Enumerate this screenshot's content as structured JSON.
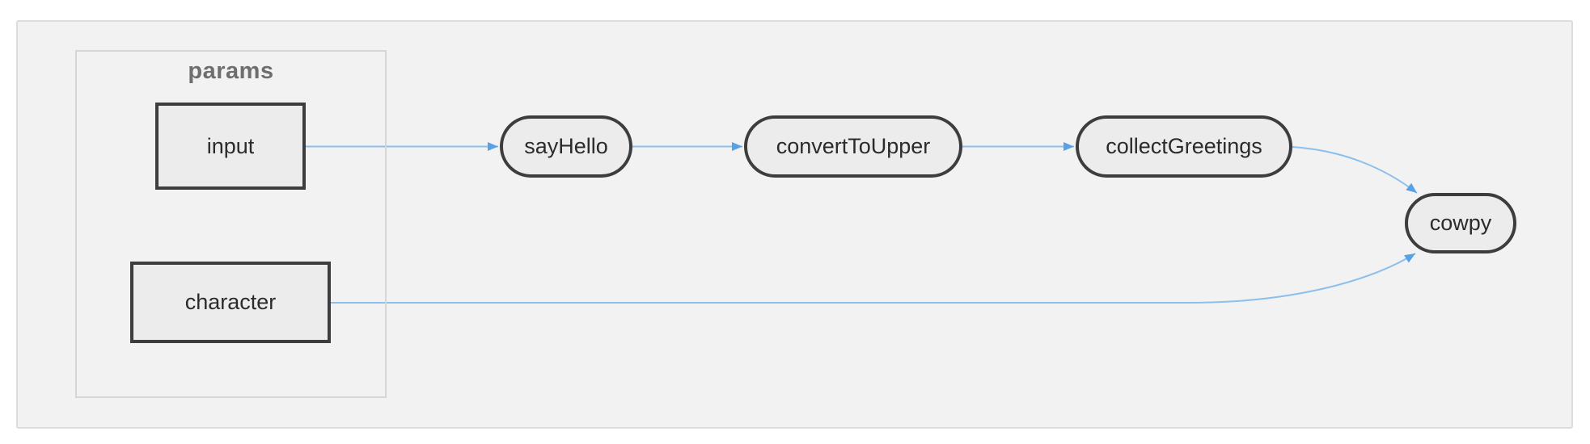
{
  "diagram": {
    "group": {
      "title": "params"
    },
    "nodes": [
      {
        "id": "input",
        "label": "input",
        "shape": "rect"
      },
      {
        "id": "character",
        "label": "character",
        "shape": "rect"
      },
      {
        "id": "sayHello",
        "label": "sayHello",
        "shape": "pill"
      },
      {
        "id": "convertToUpper",
        "label": "convertToUpper",
        "shape": "pill"
      },
      {
        "id": "collectGreetings",
        "label": "collectGreetings",
        "shape": "pill"
      },
      {
        "id": "cowpy",
        "label": "cowpy",
        "shape": "pill"
      }
    ],
    "edges": [
      {
        "from": "input",
        "to": "sayHello"
      },
      {
        "from": "sayHello",
        "to": "convertToUpper"
      },
      {
        "from": "convertToUpper",
        "to": "collectGreetings"
      },
      {
        "from": "collectGreetings",
        "to": "cowpy"
      },
      {
        "from": "character",
        "to": "cowpy"
      }
    ],
    "colors": {
      "canvas_bg": "#f2f2f2",
      "canvas_border": "#dcdcdc",
      "group_border": "#d6d6d6",
      "group_title": "#6e6e6e",
      "node_fill": "#ececec",
      "node_border": "#3d3d3d",
      "label_color": "#2b2b2b",
      "edge_line": "#8bbfed",
      "edge_arrow": "#58a1e5"
    }
  }
}
